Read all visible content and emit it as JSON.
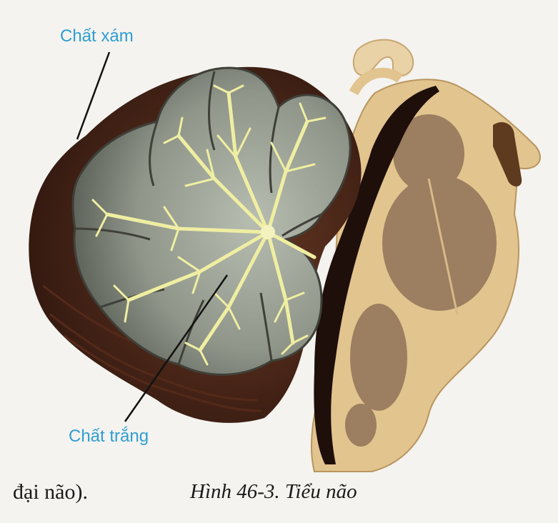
{
  "figure": {
    "labels": {
      "gray_matter": "Chất xám",
      "white_matter": "Chất trắng"
    },
    "caption": "Hình 46-3. Tiểu não",
    "text_fragment": "đại não)."
  },
  "colors": {
    "label_text": "#2f9ed3",
    "cortex_dark": "#3e1f14",
    "lobe_fill": "#8f9589",
    "white_matter": "#efeea2",
    "brainstem_tan": "#e2c48f",
    "brainstem_inner": "#9c7e60",
    "background": "#f4f3ef"
  }
}
